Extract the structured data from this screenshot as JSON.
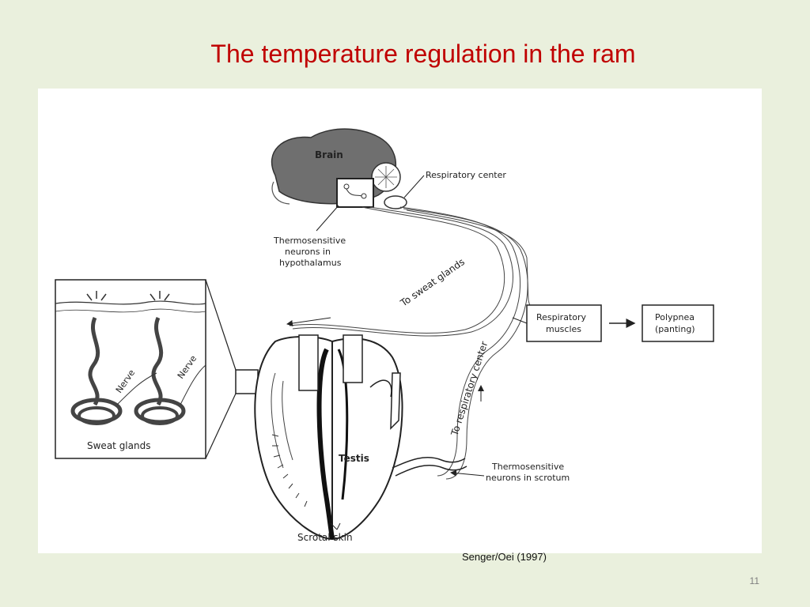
{
  "slide": {
    "title": "The temperature regulation in the ram",
    "credit": "Senger/Oei (1997)",
    "page_number": "11"
  },
  "diagram": {
    "labels": {
      "brain": "Brain",
      "respiratory_center": "Respiratory center",
      "thermo_hypothalamus_1": "Thermosensitive",
      "thermo_hypothalamus_2": "neurons in",
      "thermo_hypothalamus_3": "hypothalamus",
      "to_sweat_glands": "To sweat glands",
      "respiratory_muscles_1": "Respiratory",
      "respiratory_muscles_2": "muscles",
      "polypnea_1": "Polypnea",
      "polypnea_2": "(panting)",
      "nerve_1": "Nerve",
      "nerve_2": "Nerve",
      "sweat_glands": "Sweat glands",
      "to_respiratory_center": "To respiratory center",
      "testis": "Testis",
      "thermo_scrotum_1": "Thermosensitive",
      "thermo_scrotum_2": "neurons in scrotum",
      "scrotal_skin": "Scrotal skin"
    }
  }
}
